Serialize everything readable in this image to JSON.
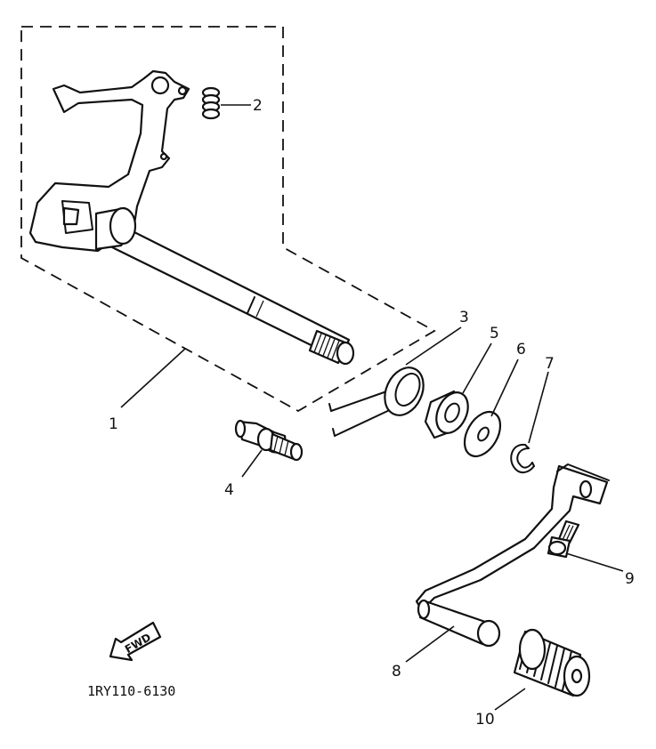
{
  "labels": {
    "p1": "1",
    "p2": "2",
    "p3": "3",
    "p4": "4",
    "p5": "5",
    "p6": "6",
    "p7": "7",
    "p8": "8",
    "p9": "9",
    "p10": "10"
  },
  "fwd_arrow_text": "FWD",
  "drawing_code": "1RY110-6130"
}
